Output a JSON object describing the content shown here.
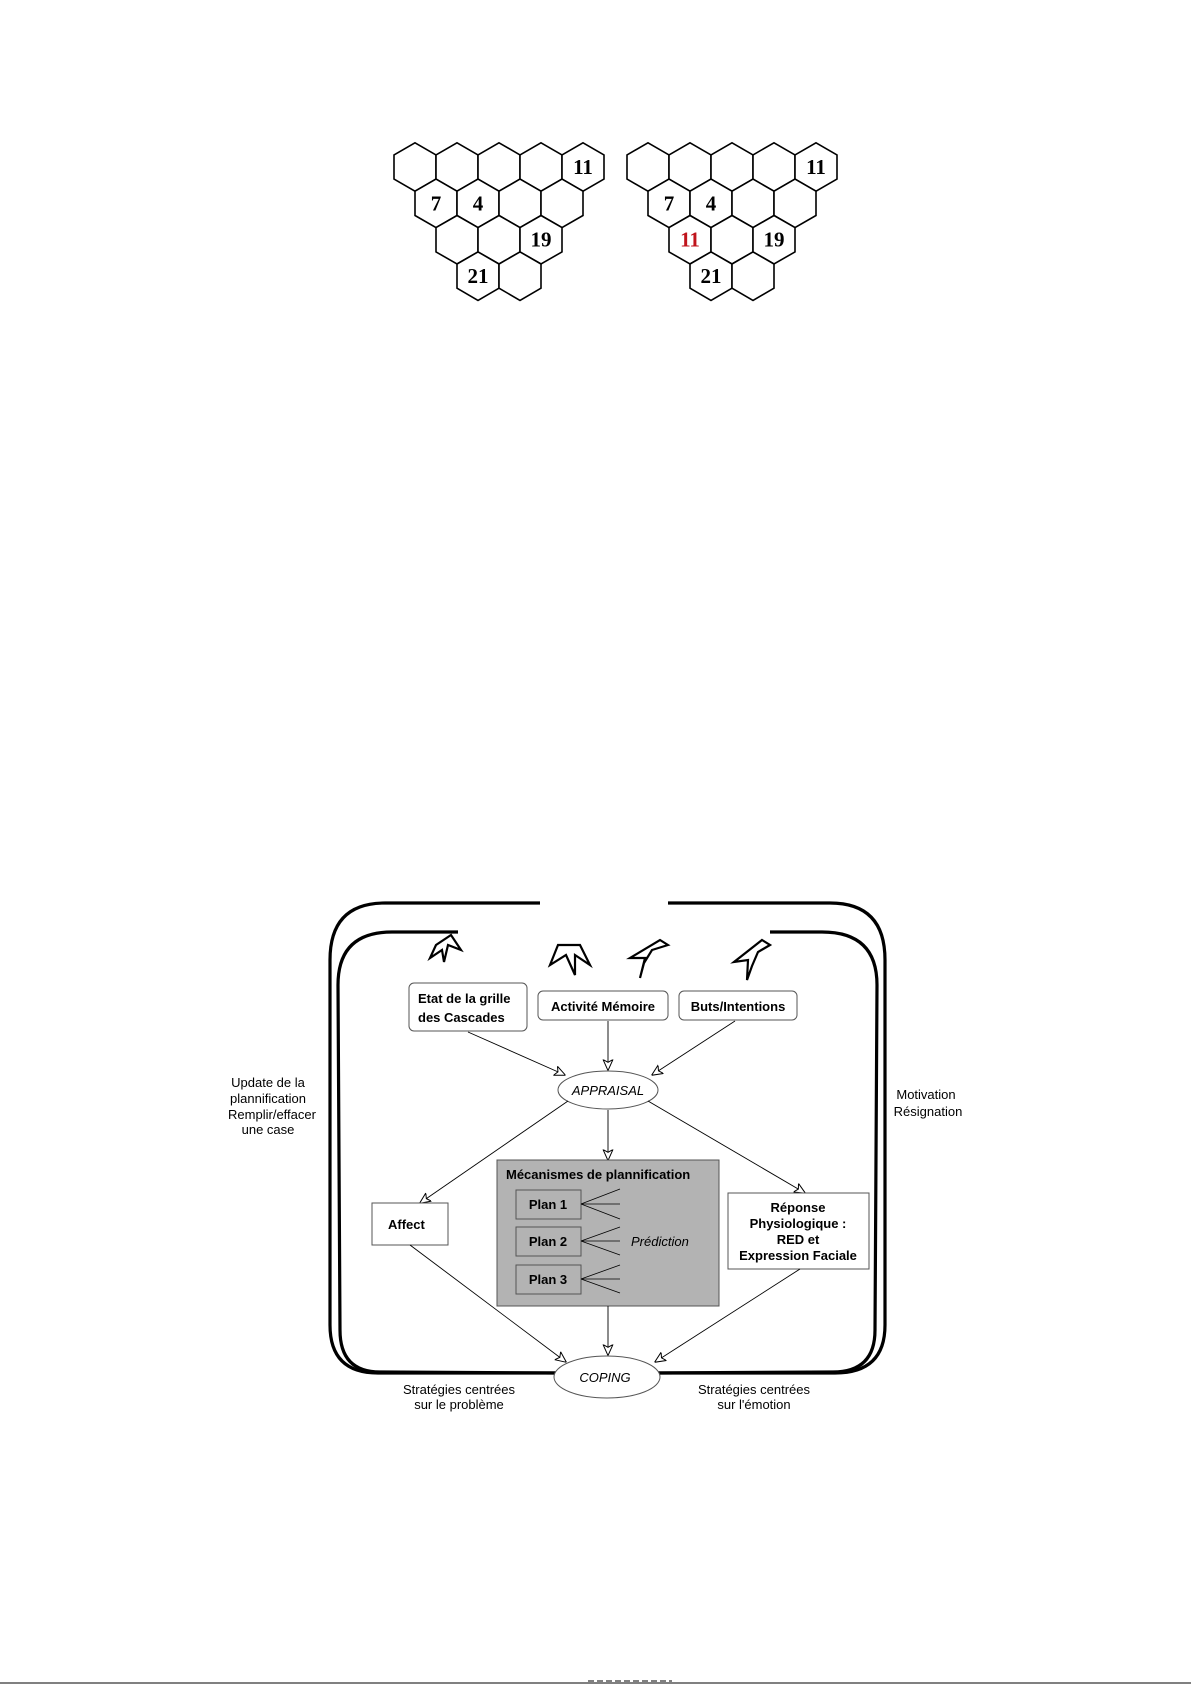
{
  "puzzles": [
    {
      "cells": [
        {
          "row": 0,
          "col": 0,
          "value": ""
        },
        {
          "row": 0,
          "col": 1,
          "value": ""
        },
        {
          "row": 0,
          "col": 2,
          "value": ""
        },
        {
          "row": 0,
          "col": 3,
          "value": ""
        },
        {
          "row": 0,
          "col": 4,
          "value": "11"
        },
        {
          "row": 1,
          "col": 0,
          "value": "7"
        },
        {
          "row": 1,
          "col": 1,
          "value": "4"
        },
        {
          "row": 1,
          "col": 2,
          "value": ""
        },
        {
          "row": 1,
          "col": 3,
          "value": ""
        },
        {
          "row": 2,
          "col": 0,
          "value": ""
        },
        {
          "row": 2,
          "col": 1,
          "value": ""
        },
        {
          "row": 2,
          "col": 2,
          "value": "19"
        },
        {
          "row": 3,
          "col": 0,
          "value": "21"
        },
        {
          "row": 3,
          "col": 1,
          "value": ""
        }
      ]
    },
    {
      "cells": [
        {
          "row": 0,
          "col": 0,
          "value": ""
        },
        {
          "row": 0,
          "col": 1,
          "value": ""
        },
        {
          "row": 0,
          "col": 2,
          "value": ""
        },
        {
          "row": 0,
          "col": 3,
          "value": ""
        },
        {
          "row": 0,
          "col": 4,
          "value": "11"
        },
        {
          "row": 1,
          "col": 0,
          "value": "7"
        },
        {
          "row": 1,
          "col": 1,
          "value": "4"
        },
        {
          "row": 1,
          "col": 2,
          "value": ""
        },
        {
          "row": 1,
          "col": 3,
          "value": ""
        },
        {
          "row": 2,
          "col": 0,
          "value": "11",
          "highlight": true
        },
        {
          "row": 2,
          "col": 1,
          "value": ""
        },
        {
          "row": 2,
          "col": 2,
          "value": "19"
        },
        {
          "row": 3,
          "col": 0,
          "value": "21"
        },
        {
          "row": 3,
          "col": 1,
          "value": ""
        }
      ]
    }
  ],
  "colors": {
    "highlight": "#c0141c",
    "planning_fill": "#b3b3b3"
  },
  "diagram": {
    "nodes": {
      "etat": {
        "lines": [
          "Etat de la grille",
          "des Cascades"
        ]
      },
      "memoire": {
        "lines": [
          "Activité Mémoire"
        ]
      },
      "buts": {
        "lines": [
          "Buts/Intentions"
        ]
      },
      "appraisal": {
        "lines": [
          "APPRAISAL"
        ]
      },
      "affect": {
        "lines": [
          "Affect"
        ]
      },
      "planning": {
        "lines": [
          "Mécanismes de plannification"
        ]
      },
      "plan1": {
        "lines": [
          "Plan 1"
        ]
      },
      "plan2": {
        "lines": [
          "Plan 2"
        ]
      },
      "plan3": {
        "lines": [
          "Plan 3"
        ]
      },
      "prediction": {
        "lines": [
          "Prédiction"
        ]
      },
      "reponse": {
        "lines": [
          "Réponse",
          "Physiologique :",
          "RED et",
          "Expression Faciale"
        ]
      },
      "coping": {
        "lines": [
          "COPING"
        ]
      }
    },
    "side_labels": {
      "left": [
        "Update de la",
        "plannification",
        "Remplir/effacer",
        "une case"
      ],
      "right": [
        "Motivation",
        "Résignation"
      ],
      "bottom_left": [
        "Stratégies centrées",
        "sur le problème"
      ],
      "bottom_right": [
        "Stratégies centrées",
        "sur l'émotion"
      ]
    }
  }
}
